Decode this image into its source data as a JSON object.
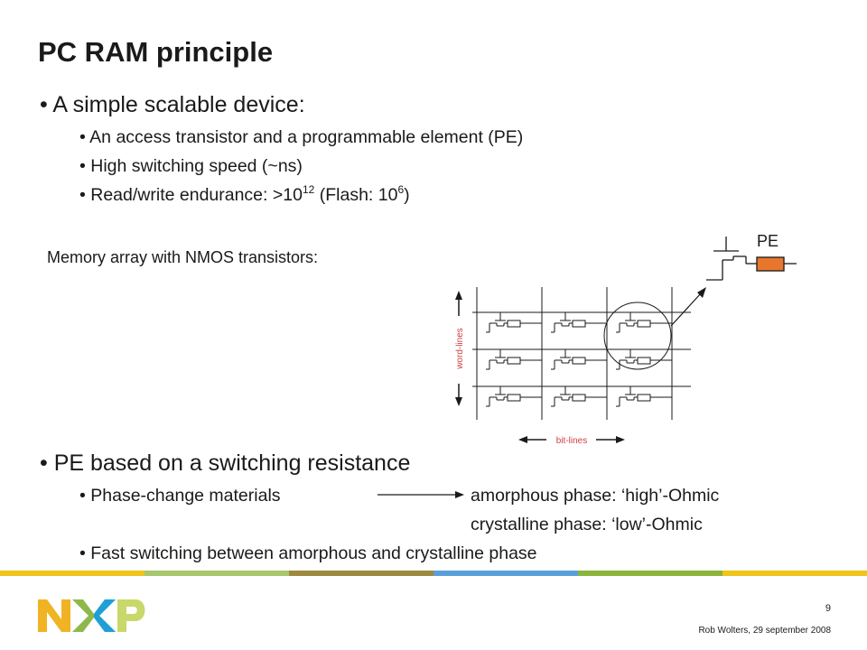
{
  "slide": {
    "title": "PC RAM principle",
    "section1": {
      "heading": "A simple scalable device:",
      "items": [
        "An access transistor and a programmable element (PE)",
        "High switching speed (~ns)"
      ],
      "endurance": {
        "prefix": "Read/write endurance: >10",
        "exp1": "12",
        "middle": " (Flash: 10",
        "exp2": "6",
        "suffix": ")"
      }
    },
    "memory_label": "Memory array with NMOS transistors:",
    "diagram": {
      "pe_label": "PE",
      "wordlines_label": "word-lines",
      "bitlines_label": "bit-lines",
      "pe_color": "#e8772e",
      "label_color": "#d04040"
    },
    "section2": {
      "heading": "PE based on a switching resistance",
      "phase_item": "Phase-change materials",
      "phase_result_1": "amorphous phase: ‘high’-Ohmic",
      "phase_result_2": "crystalline phase: ‘low’-Ohmic",
      "fast_item": "Fast switching between amorphous and crystalline phase"
    },
    "footer": {
      "page_number": "9",
      "author_date": "Rob Wolters, 29 september 2008",
      "bar_colors": [
        "#f0c419",
        "#a8c66c",
        "#9e8a3e",
        "#5aa0d8",
        "#8bb43c",
        "#f0c419"
      ],
      "logo_colors": {
        "n": "#f0b323",
        "x1": "#8eb84a",
        "x2": "#1f9fd8",
        "p": "#c9d86a"
      }
    }
  }
}
